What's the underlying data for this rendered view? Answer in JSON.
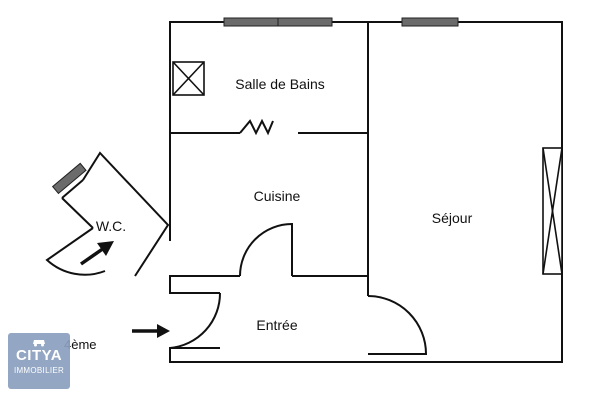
{
  "rooms": {
    "bathroom": "Salle de Bains",
    "kitchen": "Cuisine",
    "wc": "W.C.",
    "living": "Séjour",
    "entrance": "Entrée"
  },
  "floor": "4ème",
  "logo": {
    "brand": "CITYA",
    "subtitle": "IMMOBILIER"
  },
  "colors": {
    "wall": "#111111",
    "window": "#6b6b6b",
    "logo_bg": "#8a9fbe"
  }
}
